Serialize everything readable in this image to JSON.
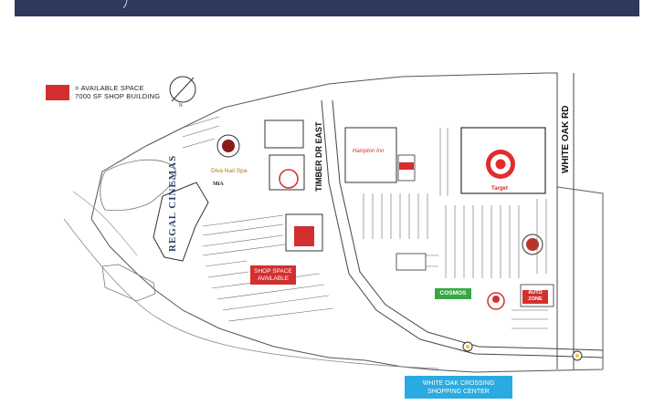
{
  "legend": {
    "line1": "= AVAILABLE SPACE",
    "line2": "7000 SF SHOP BUILDING",
    "swatch_color": "#d32f2f"
  },
  "roads": {
    "timberdr_east": "TIMBER DR EAST",
    "white_oak_rd": "WHITE OAK RD"
  },
  "shop_space": {
    "line1": "SHOP SPACE",
    "line2": "AVAILABLE"
  },
  "caption": {
    "line1": "WHITE OAK CROSSING",
    "line2": "SHOPPING CENTER",
    "color": "#29abe2"
  },
  "tenants": {
    "regal": "REGAL CINEMAS",
    "mia": "MiA",
    "diva": "Diva Nail Spa",
    "hampton": "Hampton Inn",
    "cosmo": "COSMOS",
    "autozone": "AUTO ZONE",
    "target": "Target"
  },
  "icons": [
    "north-arrow-icon",
    "target-logo-icon",
    "wendys-logo-icon",
    "roundabout-icon"
  ]
}
